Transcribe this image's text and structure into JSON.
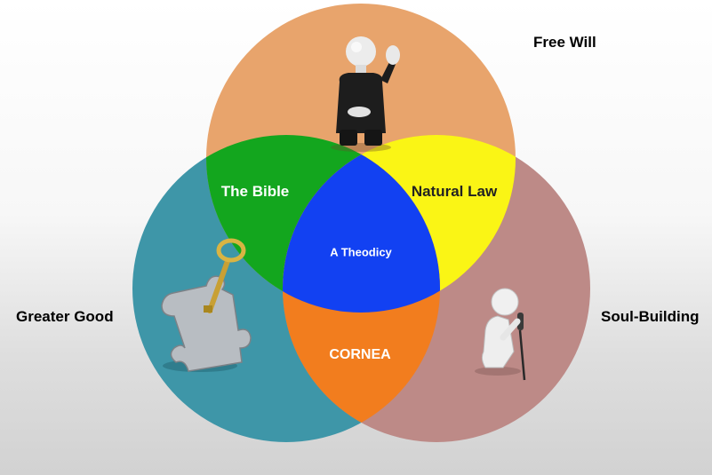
{
  "labels": {
    "free_will": "Free Will",
    "greater_good": "Greater Good",
    "soul_building": "Soul-Building",
    "the_bible": "The Bible",
    "natural_law": "Natural Law",
    "a_theodicy": "A Theodicy",
    "cornea": "CORNEA"
  },
  "colors": {
    "free_will_circle": "#E8A46C",
    "greater_good_circle": "#3E96A8",
    "soul_building_circle": "#BD8A87",
    "bible_overlap": "#13A61E",
    "natural_law_overlap": "#FAF515",
    "cornea_overlap": "#F27D1E",
    "theodicy_center": "#1241F2"
  },
  "icons": [
    "figure-with-crossed-fingers-icon",
    "puzzle-piece-with-key-icon",
    "kneeling-figure-with-microphone-icon"
  ]
}
